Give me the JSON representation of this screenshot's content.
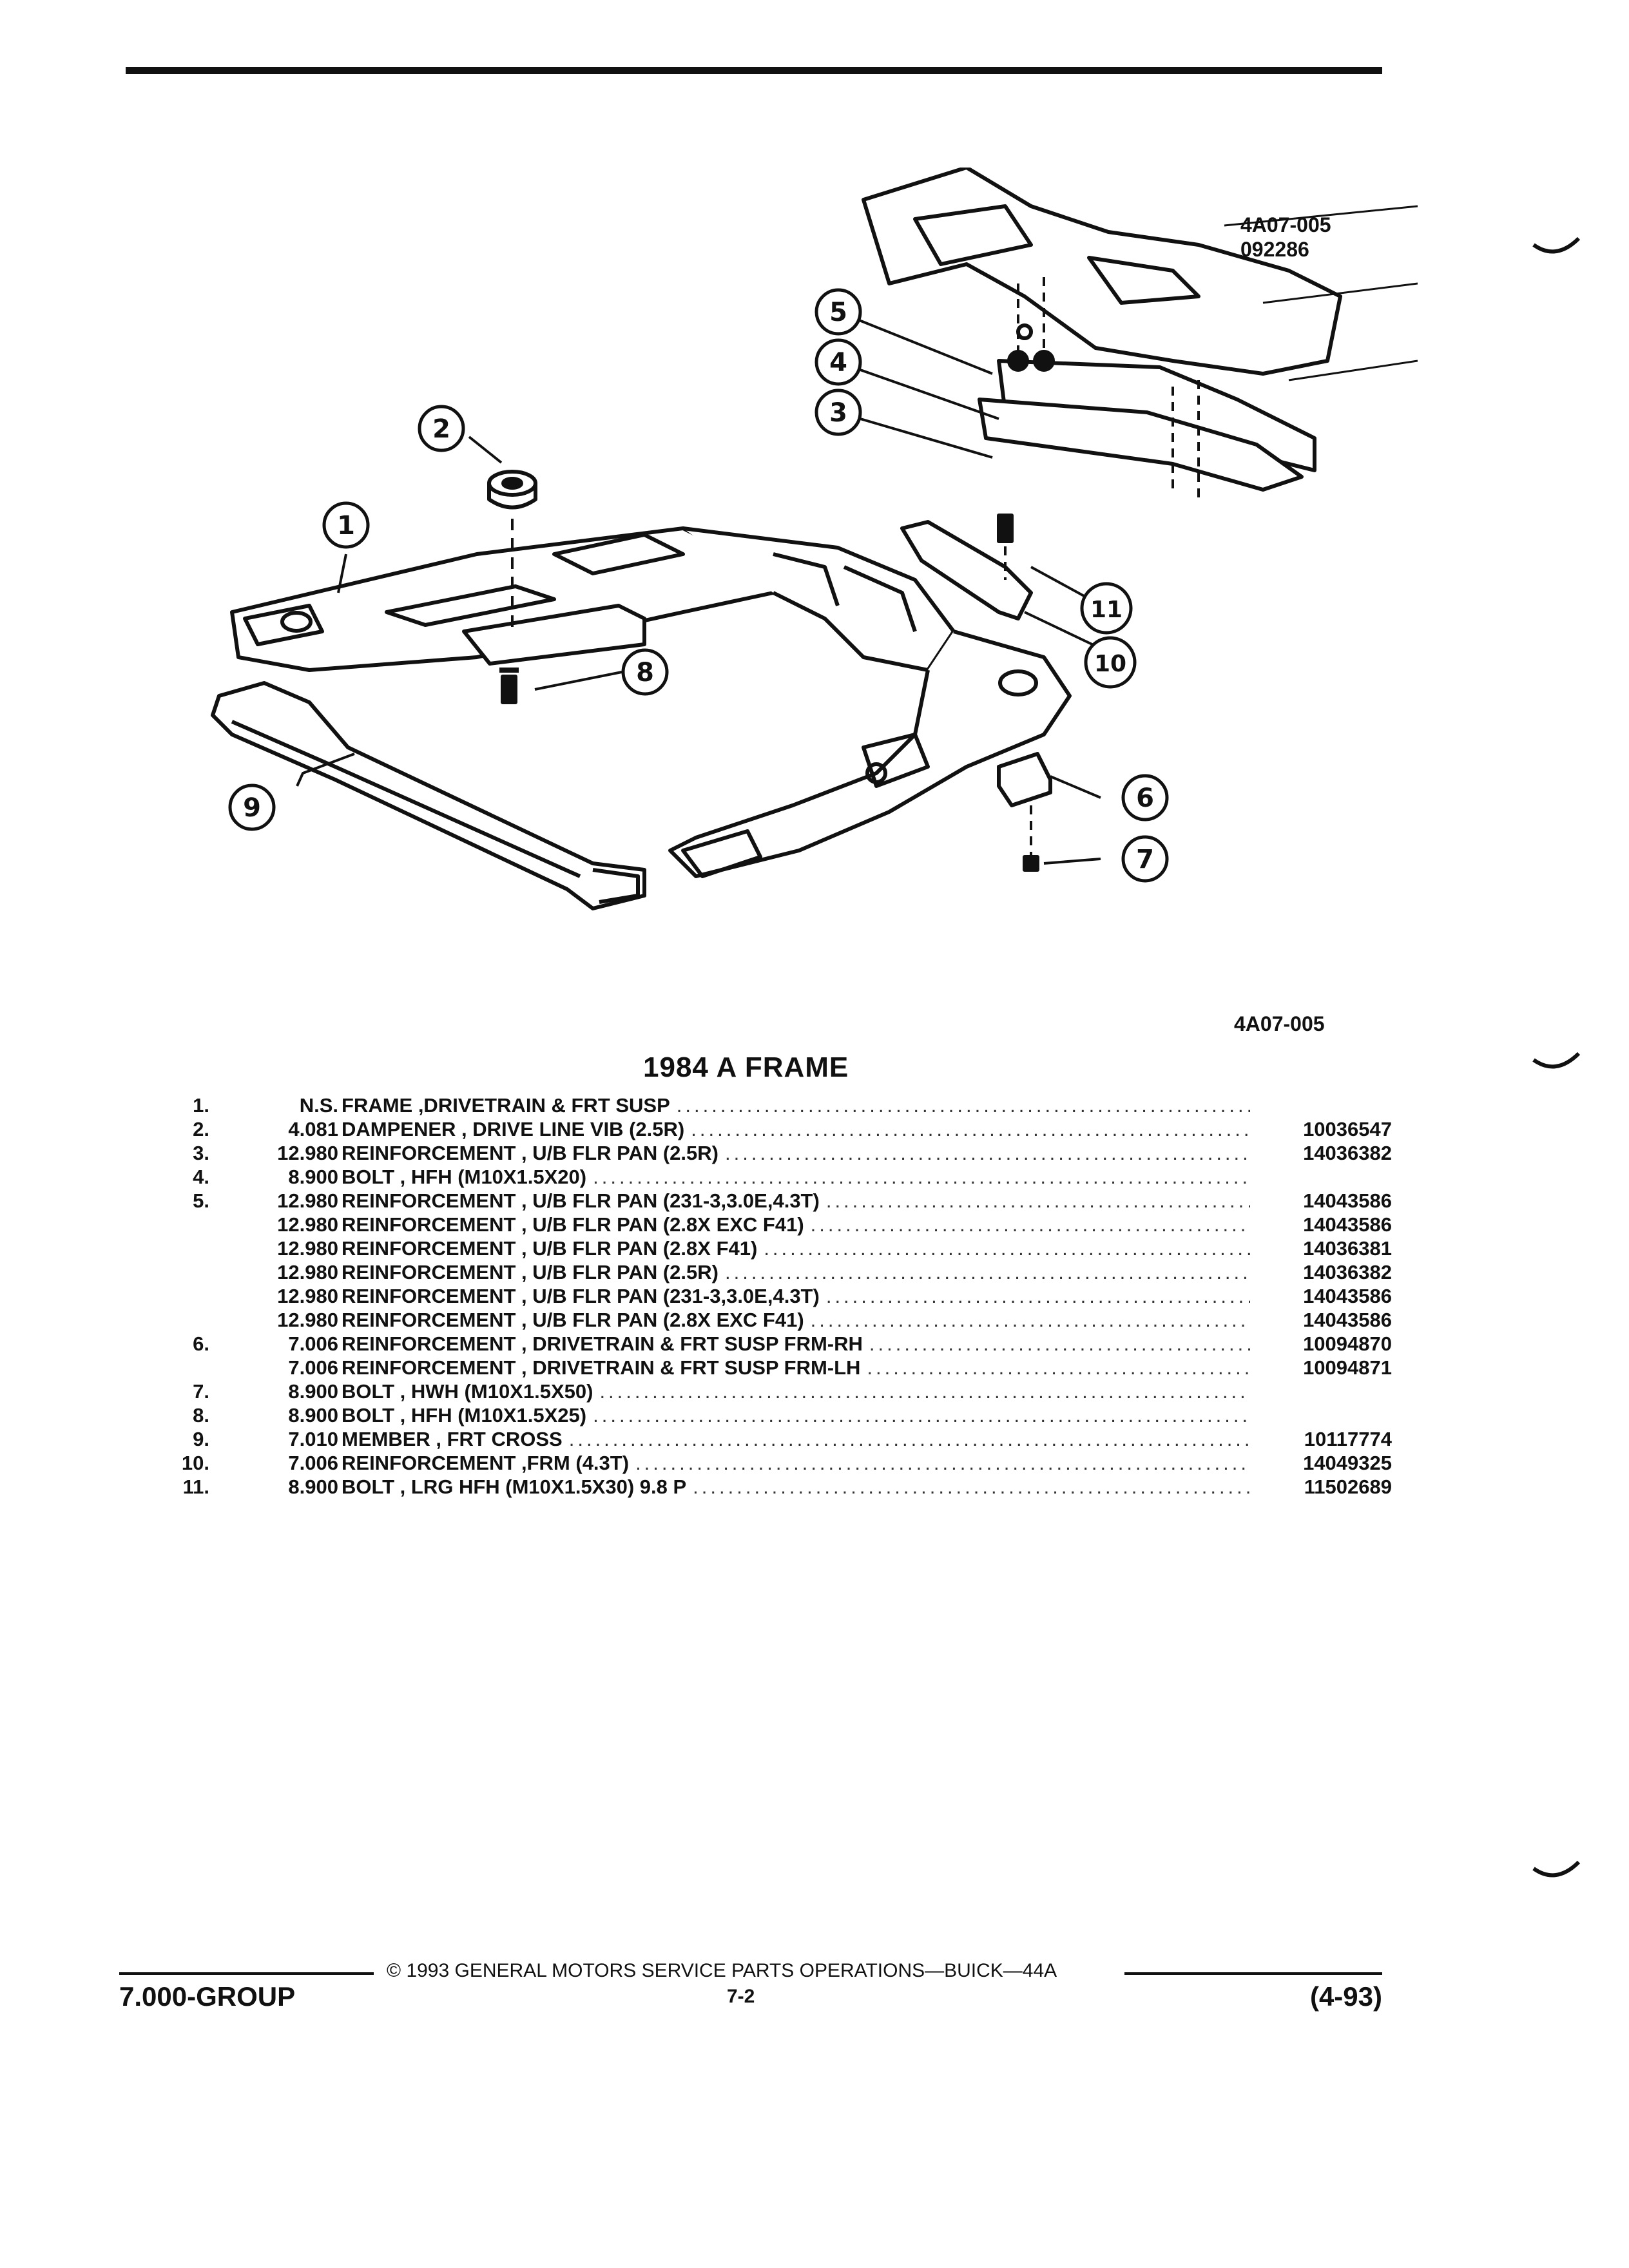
{
  "figure": {
    "code_top": "4A07-005",
    "date_code": "092286",
    "code_bottom": "4A07-005",
    "callouts": [
      "1",
      "2",
      "3",
      "4",
      "5",
      "6",
      "7",
      "8",
      "9",
      "10",
      "11"
    ]
  },
  "title": "1984 A FRAME",
  "parts": [
    {
      "num": "1.",
      "group": "N.S.",
      "desc": "FRAME ,DRIVETRAIN & FRT SUSP",
      "part": ""
    },
    {
      "num": "2.",
      "group": "4.081",
      "desc": "DAMPENER , DRIVE LINE VIB (2.5R)",
      "part": "10036547"
    },
    {
      "num": "3.",
      "group": "12.980",
      "desc": "REINFORCEMENT , U/B FLR PAN (2.5R)",
      "part": "14036382"
    },
    {
      "num": "4.",
      "group": "8.900",
      "desc": "BOLT , HFH (M10X1.5X20)",
      "part": ""
    },
    {
      "num": "5.",
      "group": "12.980",
      "desc": "REINFORCEMENT , U/B FLR PAN (231-3,3.0E,4.3T)",
      "part": "14043586"
    },
    {
      "num": "",
      "group": "12.980",
      "desc": "REINFORCEMENT , U/B FLR PAN (2.8X EXC F41)",
      "part": "14043586"
    },
    {
      "num": "",
      "group": "12.980",
      "desc": "REINFORCEMENT , U/B FLR PAN (2.8X F41)",
      "part": "14036381"
    },
    {
      "num": "",
      "group": "12.980",
      "desc": "REINFORCEMENT , U/B FLR PAN (2.5R)",
      "part": "14036382"
    },
    {
      "num": "",
      "group": "12.980",
      "desc": "REINFORCEMENT , U/B FLR PAN (231-3,3.0E,4.3T)",
      "part": "14043586"
    },
    {
      "num": "",
      "group": "12.980",
      "desc": "REINFORCEMENT , U/B FLR PAN (2.8X EXC F41)",
      "part": "14043586"
    },
    {
      "num": "6.",
      "group": "7.006",
      "desc": "REINFORCEMENT , DRIVETRAIN & FRT SUSP FRM-RH",
      "part": "10094870"
    },
    {
      "num": "",
      "group": "7.006",
      "desc": "REINFORCEMENT , DRIVETRAIN & FRT SUSP FRM-LH",
      "part": "10094871"
    },
    {
      "num": "7.",
      "group": "8.900",
      "desc": "BOLT , HWH (M10X1.5X50)",
      "part": ""
    },
    {
      "num": "8.",
      "group": "8.900",
      "desc": "BOLT , HFH (M10X1.5X25)",
      "part": ""
    },
    {
      "num": "9.",
      "group": "7.010",
      "desc": "MEMBER , FRT CROSS",
      "part": "10117774"
    },
    {
      "num": "10.",
      "group": "7.006",
      "desc": "REINFORCEMENT ,FRM (4.3T)",
      "part": "14049325"
    },
    {
      "num": "11.",
      "group": "8.900",
      "desc": "BOLT , LRG HFH (M10X1.5X30) 9.8 P",
      "part": "11502689"
    }
  ],
  "footer": {
    "copyright": "© 1993 GENERAL MOTORS SERVICE PARTS OPERATIONS—BUICK—44A",
    "group": "7.000-GROUP",
    "page": "7-2",
    "date": "(4-93)"
  }
}
